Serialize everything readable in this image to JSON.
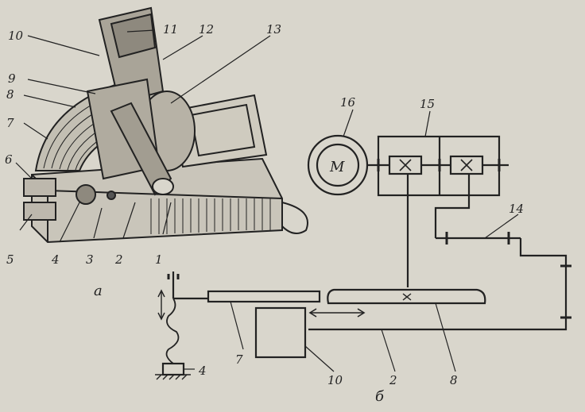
{
  "figure": {
    "part_a_label": "а",
    "part_b_label": "б"
  },
  "drawing_a": {
    "callouts": [
      "1",
      "2",
      "3",
      "4",
      "5",
      "6",
      "7",
      "8",
      "9",
      "10",
      "11",
      "12",
      "13"
    ]
  },
  "scheme_b": {
    "motor_symbol": "M",
    "callouts": {
      "motor": "16",
      "gearbox": "15",
      "shaft": "14",
      "clamp": "4",
      "holder": "7",
      "carriage": "10",
      "rod": "2",
      "table": "8"
    },
    "colors": {
      "ink": "#222222",
      "paper": "#d9d6cc"
    }
  }
}
